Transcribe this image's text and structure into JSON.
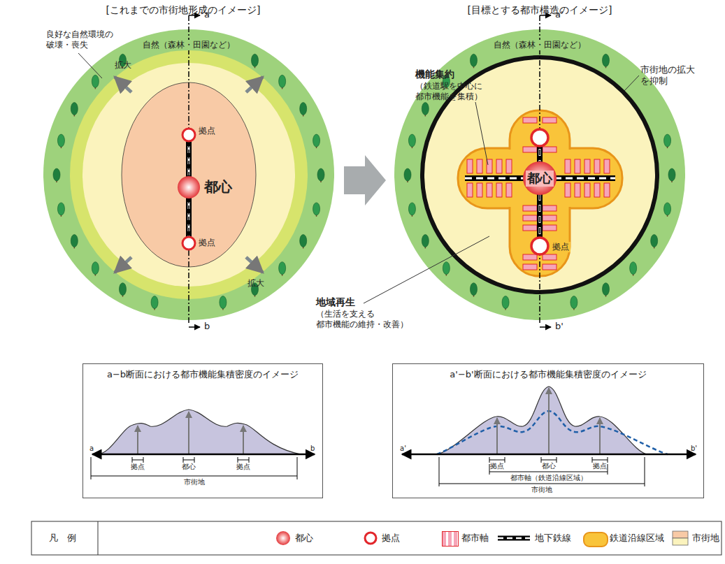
{
  "diagram": {
    "nodes": [
      {
        "text": [
          "a−b断面における都市機能集積密度のイメージ"
        ]
      },
      {
        "text": [
          "a'−b'断面における都市機能集積密度のイメージ"
        ]
      }
    ],
    "labels": [
      "[これまでの市街地形成のイメージ]",
      "[目標とする都市構造のイメージ]",
      "良好な自然環境の 破壊・喪失",
      "a",
      "自然（森林・田園など）",
      "拡大",
      "拠点",
      "都心",
      "拠点",
      "拡大",
      "b",
      "a'",
      "自然（森林・田園など）",
      "機能集約",
      "（鉄道駅を中心に 都市機能を集積）",
      "市街地の拡大 を抑制",
      "都心",
      "拠点",
      "地域再生",
      "（生活を支える 都市機能の維持・改善）",
      "b'",
      "a",
      "b",
      "拠点",
      "都心",
      "拠点",
      "市街地",
      "a'",
      "b'",
      "拠点",
      "都心",
      "拠点",
      "都市軸（鉄道沿線区域）",
      "市街地",
      "凡　例"
    ],
    "legend": [
      {
        "text": "都心"
      },
      {
        "text": "拠点"
      },
      {
        "text": "都市軸",
        "color": "#f6a5b8"
      },
      {
        "text": "地下鉄線"
      },
      {
        "text": "鉄道沿線区域",
        "color": "#f9c43a"
      },
      {
        "text": "市街地"
      }
    ]
  }
}
